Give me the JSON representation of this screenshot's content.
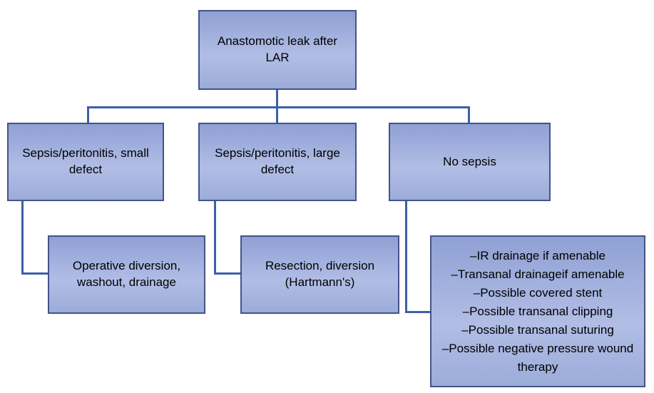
{
  "flowchart": {
    "root": {
      "label": "Anastomotic leak after LAR"
    },
    "branches": [
      {
        "condition": "Sepsis/peritonitis, small defect",
        "action": "Operative diversion, washout, drainage"
      },
      {
        "condition": "Sepsis/peritonitis, large defect",
        "action": "Resection, diversion (Hartmann's)"
      },
      {
        "condition": "No sepsis",
        "action_lines": [
          "–IR drainage if amenable",
          "–Transanal drainageif amenable",
          "–Possible covered stent",
          "–Possible transanal clipping",
          "–Possible transanal suturing",
          "–Possible negative pressure wound therapy"
        ]
      }
    ],
    "colors": {
      "box_fill_top": "#8fa0d3",
      "box_fill_middle": "#b1bde5",
      "box_fill_bottom": "#9cacd9",
      "box_border": "#44538a",
      "connector": "#3e5fa8",
      "text": "#000000",
      "background": "#ffffff"
    }
  }
}
